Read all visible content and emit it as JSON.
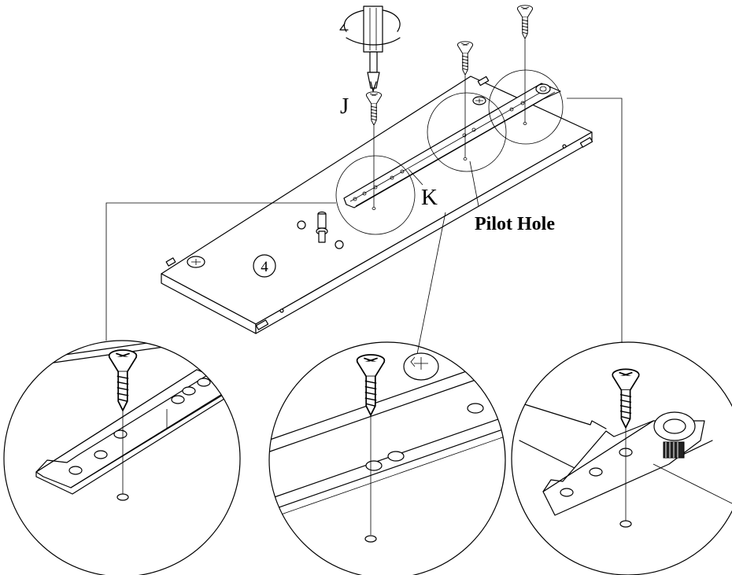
{
  "labels": {
    "screw": "J",
    "bracket": "K",
    "pilot_hole": "Pilot Hole",
    "panel_number": "4"
  },
  "icons": [
    "screwdriver-icon",
    "screw-icon",
    "cam-lock-icon",
    "dowel-icon",
    "cam-bolt-icon"
  ]
}
